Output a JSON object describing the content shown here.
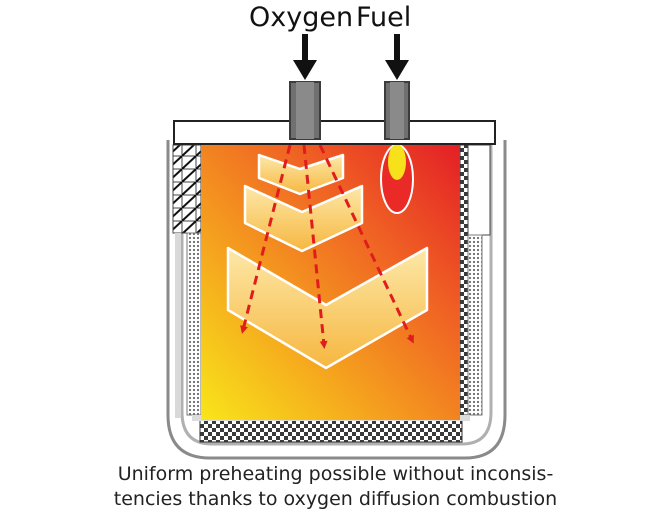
{
  "labels": {
    "oxygen": "Oxygen",
    "fuel": "Fuel"
  },
  "caption": {
    "line1": "Uniform preheating possible without inconsis-",
    "line2": "tencies thanks to oxygen diffusion combustion"
  },
  "colors": {
    "flame_gradient": [
      "#f7e21a",
      "#f5a01e",
      "#ef5a24",
      "#e41e26"
    ],
    "flow_arrows": "#e01d1d",
    "refractory_lining": "#b5b5b5"
  }
}
